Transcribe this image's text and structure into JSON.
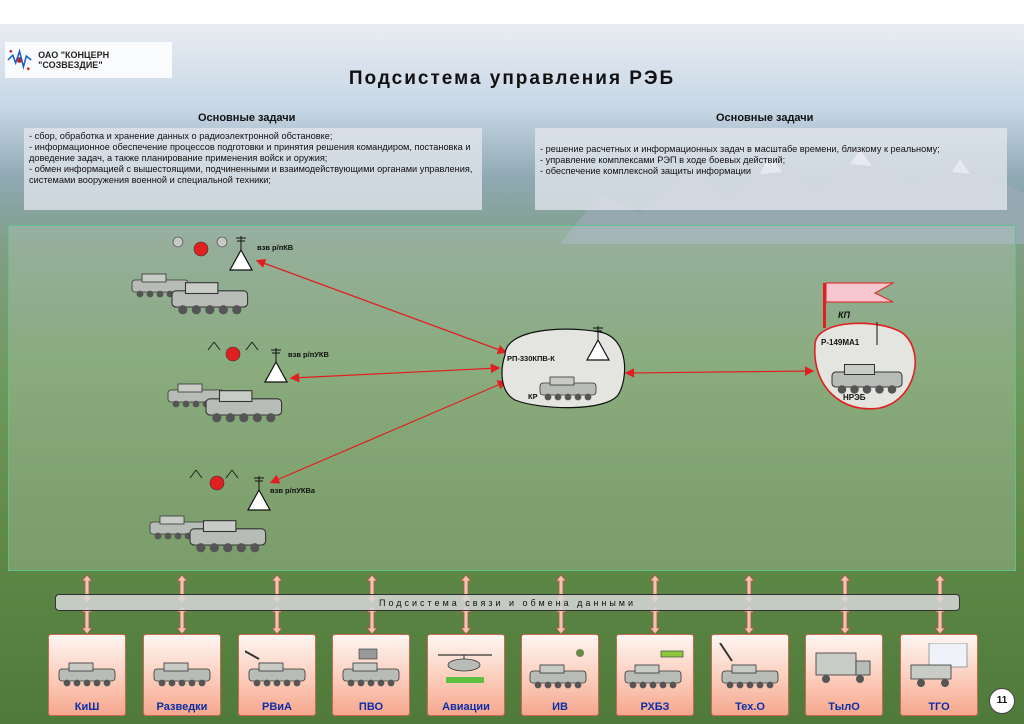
{
  "header": {
    "logo_text": "ОАО \"КОНЦЕРН \"СОЗВЕЗДИЕ\"",
    "title": "Подсистема управления РЭБ"
  },
  "left_tasks": {
    "heading": "Основные задачи",
    "items": [
      "- сбор, обработка и хранение данных о радиоэлектронной обстановке;",
      "- информационное обеспечение процессов подготовки и принятия решения командиром, постановка и доведение задач, а также планирование применения войск и оружия;",
      "- обмен информацией с вышестоящими, подчиненными и взаимодействующими органами управления, системами вооружения военной и специальной техники;"
    ]
  },
  "right_tasks": {
    "heading": "Основные задачи",
    "items": [
      "- решение расчетных и информационных задач в масштабе времени, близкому к реальному;",
      "- управление комплексами РЭП в ходе боевых действий;",
      "- обеспечение комплексной защиты информации"
    ]
  },
  "diagram": {
    "units": [
      "взв р/пКВ",
      "взв р/пУКВ",
      "взв р/пУКВа"
    ],
    "center_node": {
      "name": "РП-330КПВ-К",
      "tag": "КР"
    },
    "command_post": {
      "flag": "КП",
      "name": "Р-149МА1",
      "tag": "НРЭБ"
    }
  },
  "bus": {
    "label": "Подсистема связи и обмена данными"
  },
  "services": [
    "КиШ",
    "Разведки",
    "РВиА",
    "ПВО",
    "Авиации",
    "ИВ",
    "РХБЗ",
    "Тех.О",
    "ТылО",
    "ТГО"
  ],
  "page_number": "11",
  "colors": {
    "accent_red": "#e02020",
    "service_label": "#0b2ea8",
    "field_border": "#5ec08a"
  }
}
